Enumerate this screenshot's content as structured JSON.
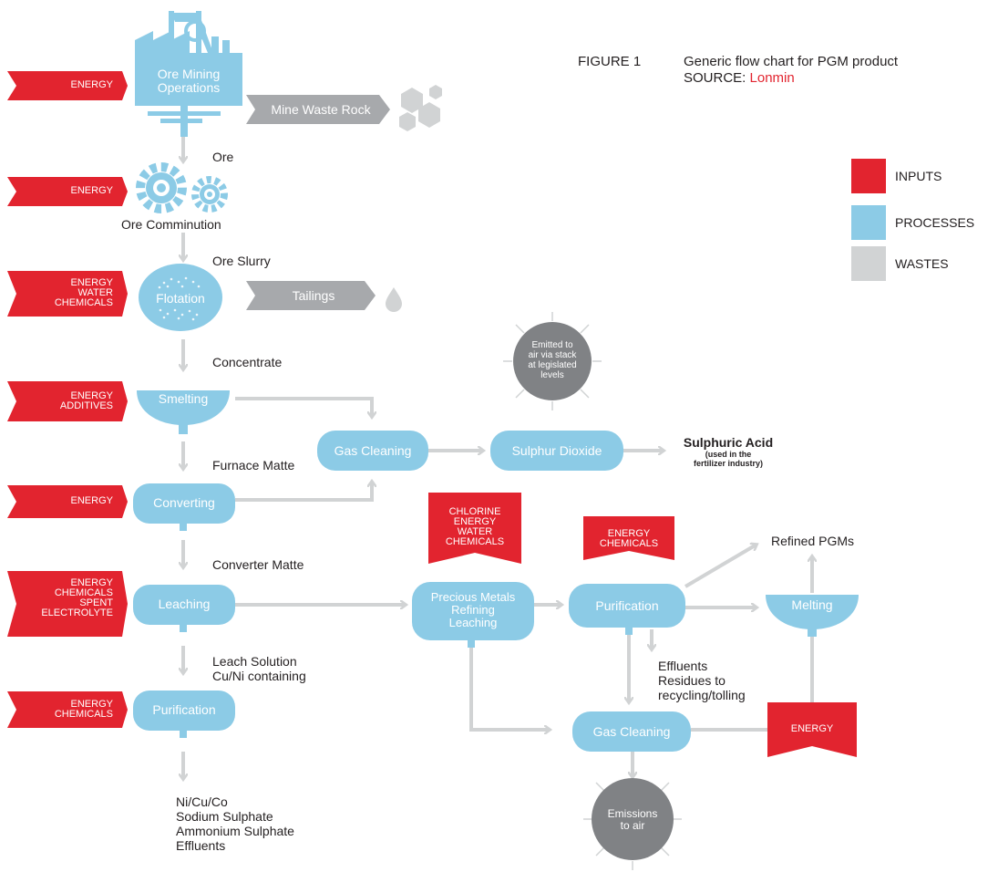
{
  "figure": {
    "label": "FIGURE 1",
    "caption": "Generic flow chart for PGM product",
    "source_label": "SOURCE:",
    "source_name": "Lonmin"
  },
  "legend": {
    "inputs": "INPUTS",
    "processes": "PROCESSES",
    "wastes": "WASTES"
  },
  "colors": {
    "input": "#e2242f",
    "process": "#8ccbe6",
    "waste": "#a7a9ac",
    "arrow": "#d1d3d4",
    "circle": "#808285"
  },
  "inputs": {
    "mining": [
      "ENERGY"
    ],
    "comminution": [
      "ENERGY"
    ],
    "flotation": [
      "ENERGY",
      "WATER",
      "CHEMICALS"
    ],
    "smelting": [
      "ENERGY",
      "ADDITIVES"
    ],
    "converting": [
      "ENERGY"
    ],
    "leaching": [
      "ENERGY",
      "CHEMICALS",
      "SPENT",
      "ELECTROLYTE"
    ],
    "purification_left": [
      "ENERGY",
      "CHEMICALS"
    ]
  },
  "flags": {
    "chlorine": [
      "CHLORINE",
      "ENERGY",
      "WATER",
      "CHEMICALS"
    ],
    "purification": [
      "ENERGY",
      "CHEMICALS"
    ],
    "gas_cleaning": [
      "ENERGY"
    ]
  },
  "processes": {
    "ore_mining": [
      "Ore Mining",
      "Operations"
    ],
    "ore_comminution": "Ore Comminution",
    "flotation": "Flotation",
    "smelting": "Smelting",
    "gas_cleaning_top": "Gas Cleaning",
    "sulphur_dioxide": "Sulphur Dioxide",
    "converting": "Converting",
    "leaching": "Leaching",
    "purification_left": "Purification",
    "pm_refining": [
      "Precious Metals",
      "Refining",
      "Leaching"
    ],
    "purification_right": "Purification",
    "melting": "Melting",
    "gas_cleaning_bottom": "Gas Cleaning"
  },
  "wastes": {
    "mine_waste_rock": "Mine Waste Rock",
    "tailings": "Tailings"
  },
  "flow_labels": {
    "ore": "Ore",
    "ore_slurry": "Ore Slurry",
    "concentrate": "Concentrate",
    "furnace_matte": "Furnace Matte",
    "converter_matte": "Converter Matte",
    "leach_solution": [
      "Leach Solution",
      "Cu/Ni containing"
    ],
    "products": [
      "Ni/Cu/Co",
      "Sodium Sulphate",
      "Ammonium Sulphate",
      "Effluents"
    ],
    "sulphuric_acid": "Sulphuric Acid",
    "sulphuric_acid_note": [
      "(used in the",
      "fertilizer industry)"
    ],
    "refined_pgms": "Refined PGMs",
    "effluents": [
      "Effluents",
      "Residues to",
      "recycling/tolling"
    ]
  },
  "emissions": {
    "stack": [
      "Emitted to",
      "air via stack",
      "at legislated",
      "levels"
    ],
    "air": [
      "Emissions",
      "to air"
    ]
  }
}
